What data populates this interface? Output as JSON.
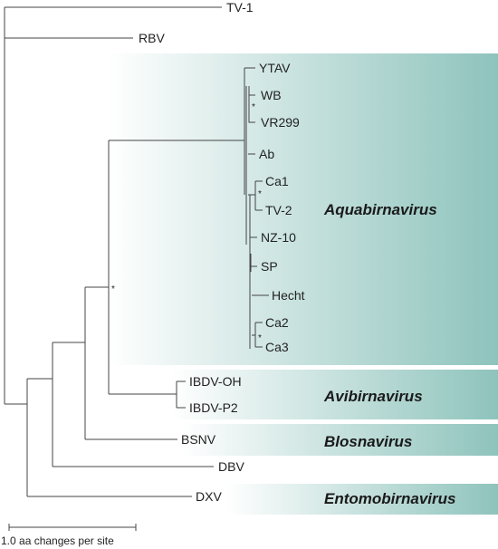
{
  "taxa": {
    "tv1": "TV-1",
    "rbv": "RBV",
    "ytav": "YTAV",
    "wb": "WB",
    "vr299": "VR299",
    "ab": "Ab",
    "ca1": "Ca1",
    "tv2": "TV-2",
    "nz10": "NZ-10",
    "sp": "SP",
    "hecht": "Hecht",
    "ca2": "Ca2",
    "ca3": "Ca3",
    "ibdv_oh": "IBDV-OH",
    "ibdv_p2": "IBDV-P2",
    "bsnv": "BSNV",
    "dbv": "DBV",
    "dxv": "DXV"
  },
  "groups": {
    "aquabirnavirus": "Aquabirnavirus",
    "avibirnavirus": "Avibirnavirus",
    "blosnavirus": "Blosnavirus",
    "entomobirnavirus": "Entomobirnavirus"
  },
  "support_mark": "*",
  "scale_bar": {
    "label": "1.0 aa changes per site"
  },
  "colors": {
    "band": "#8ec3bc",
    "branch": "#444444"
  }
}
